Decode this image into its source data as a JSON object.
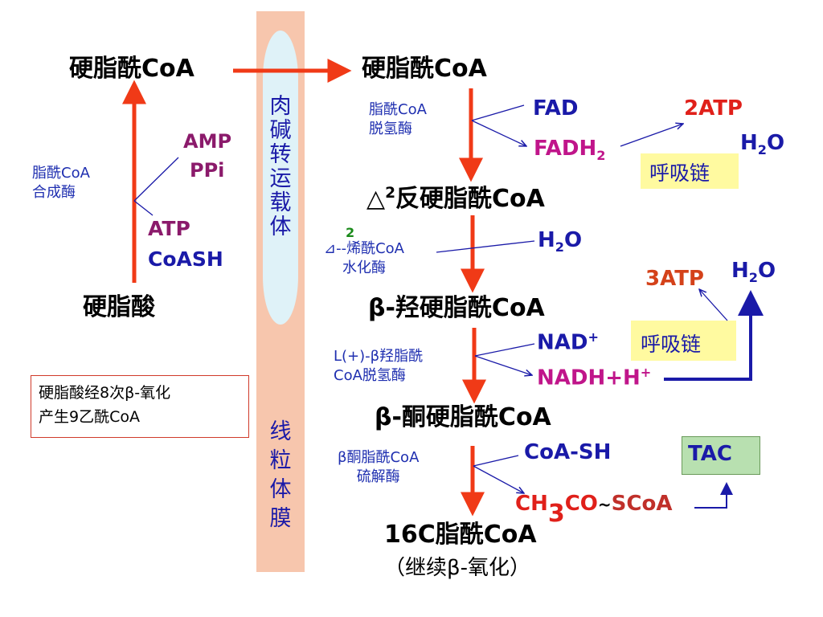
{
  "left": {
    "stearoyl_coa": "硬脂酰CoA",
    "stearic_acid": "硬脂酸",
    "enzyme": [
      "脂酰CoA",
      "合成酶"
    ],
    "products": [
      "AMP",
      "PPi"
    ],
    "reactants": [
      "ATP",
      "CoASH"
    ],
    "summary": [
      "硬脂酸经8次β-氧化",
      "产生9乙酰CoA"
    ]
  },
  "membrane": {
    "carrier": [
      "肉",
      "碱",
      "转",
      "运",
      "载",
      "体"
    ],
    "label": [
      "线",
      "粒",
      "体",
      "膜"
    ]
  },
  "right": {
    "step0": "硬脂酰CoA",
    "enzyme1": [
      "脂酰CoA",
      "脱氢酶"
    ],
    "fad": "FAD",
    "fadh2": "FADH",
    "fadh2_sub": "2",
    "atp1": "2ATP",
    "h2o_top": "H",
    "h2o_top_sub": "2",
    "h2o_top_o": "O",
    "chain1": "呼吸链",
    "step1": "△",
    "step1_sup": "2",
    "step1_rest": "反硬脂酰CoA",
    "enzyme2_num": "2",
    "enzyme2": [
      "⊿--烯酰CoA",
      "水化酶"
    ],
    "h2o_mid": "H",
    "h2o_mid_sub": "2",
    "h2o_mid_o": "O",
    "atp2": "3ATP",
    "h2o_right": "H",
    "h2o_right_sub": "2",
    "h2o_right_o": "O",
    "step2": "β-羟硬脂酰CoA",
    "enzyme3": [
      "L(+)-β羟脂酰",
      "CoA脱氢酶"
    ],
    "nad": "NAD",
    "nad_sup": "+",
    "nadh": "NADH+H",
    "nadh_sup": "+",
    "chain2": "呼吸链",
    "step3": "β-酮硬脂酰CoA",
    "enzyme4": [
      "β酮脂酰CoA",
      "硫解酶"
    ],
    "coash": "CoA-SH",
    "tac": "TAC",
    "acetyl_ch": "CH",
    "acetyl_sub": "3",
    "acetyl_co": "CO",
    "acetyl_tilde": "~",
    "acetyl_scoa": "SCoA",
    "step4": "16C脂酰CoA",
    "step4_note": "（继续β-氧化）"
  },
  "colors": {
    "arrow_red": "#f03a17",
    "membrane": "#f7c6ad",
    "carrier": "#dff2f8",
    "chain_box": "#fffaa0",
    "tac_box": "#b8e0b0",
    "line_blue": "#1a1aa8"
  }
}
